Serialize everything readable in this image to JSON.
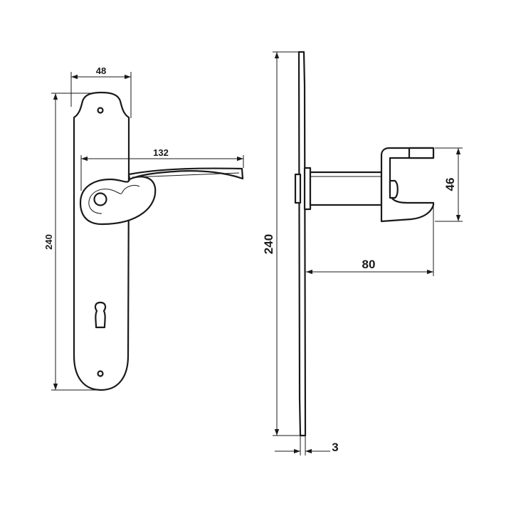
{
  "dimensions": {
    "plate_width": "48",
    "handle_length": "132",
    "plate_height_front": "240",
    "plate_height_side": "240",
    "rose_projection": "80",
    "handle_depth": "46",
    "plate_thickness": "3"
  },
  "colors": {
    "line": "#1a1a1a",
    "background": "#ffffff"
  }
}
